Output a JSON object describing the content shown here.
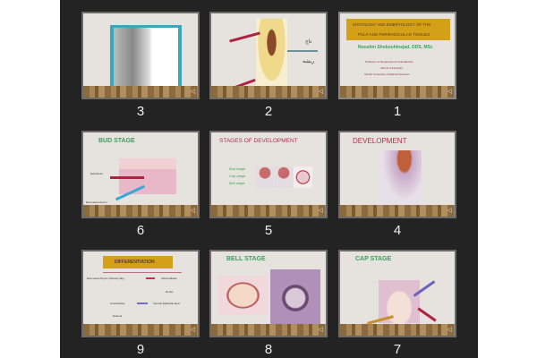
{
  "slides": [
    {
      "number": "1",
      "title_line1": "HISTOLOGY AND EMBRYOLOGY OF THE",
      "title_line2": "PULP AND PERIRADICULAR TISSUES",
      "author": "Noushin Shokouhinejad, DDS, MSc",
      "affil1": "Professor of Department of Endodontics",
      "affil2": "School of Dentistry",
      "affil3": "Tehran University of Medical Sciences"
    },
    {
      "number": "2",
      "label_crown": "تاج",
      "label_root": "ریشه"
    },
    {
      "number": "3"
    },
    {
      "number": "4",
      "title": "DEVELOPMENT"
    },
    {
      "number": "5",
      "title": "STAGES OF  DEVELOPMENT",
      "items": [
        "Bud stage",
        "Cap stage",
        "Bell stage"
      ]
    },
    {
      "number": "6",
      "title": "BUD STAGE",
      "label1": "Epithelium",
      "label2": "Ectomesenchyme"
    },
    {
      "number": "7",
      "title": "CAP STAGE"
    },
    {
      "number": "8",
      "title": "BELL STAGE"
    },
    {
      "number": "9",
      "title": "DIFFERENTIATION",
      "n1": "Ectomesenchyme (Dental pulp)",
      "n2": "Odontoblasts",
      "n3": "Dentin",
      "n4": "Internal Epithelial layer",
      "n5": "Ameloblasts",
      "n6": "Enamel"
    }
  ],
  "colors": {
    "panel": "#232323",
    "gold": "#d4a017",
    "title_red": "#b0304a",
    "title_green": "#3aa05a"
  }
}
